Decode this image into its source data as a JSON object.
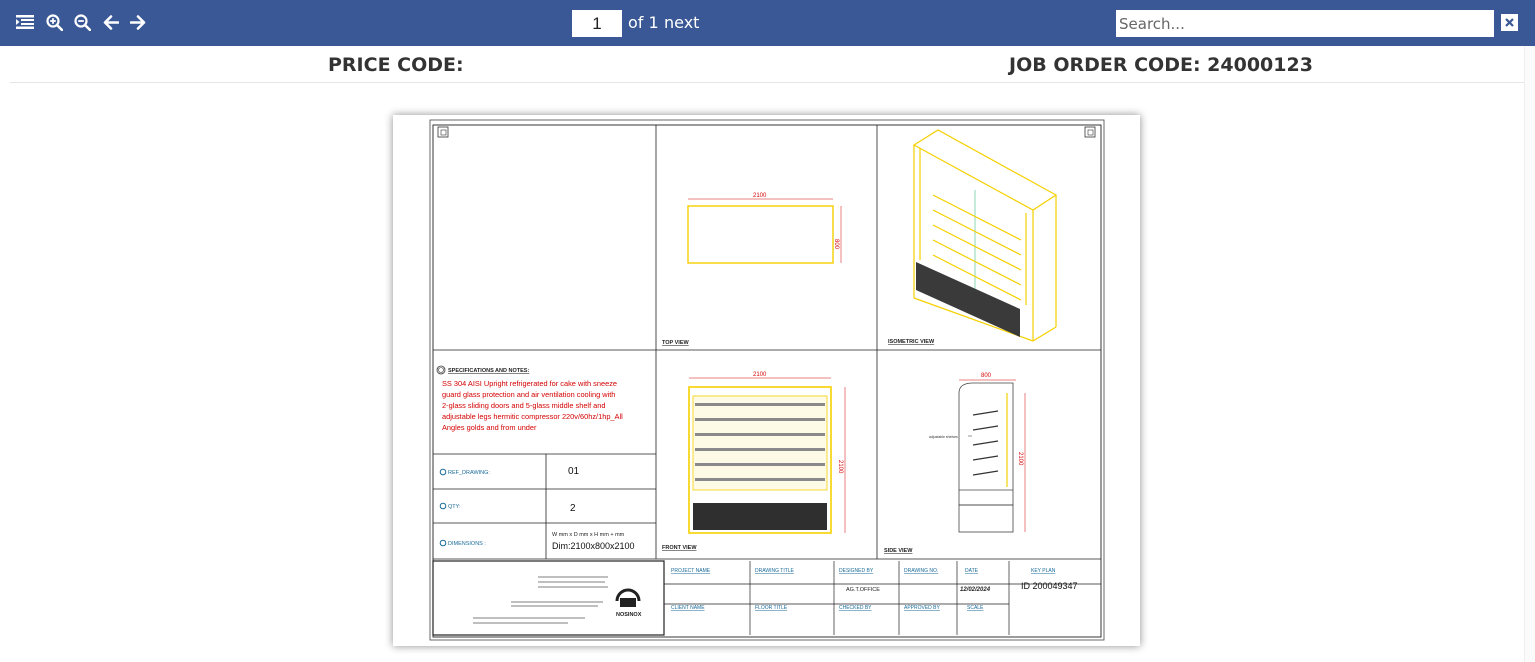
{
  "toolbar": {
    "page_current": "1",
    "page_total_text": "of 1",
    "next_label": "next",
    "search_placeholder": "Search...",
    "icons": [
      "list-icon",
      "zoom-in-icon",
      "zoom-out-icon",
      "arrow-left-icon",
      "arrow-right-icon",
      "close-icon"
    ],
    "colors": {
      "bar": "#3a5896"
    }
  },
  "header": {
    "price_code_label": "PRICE CODE:",
    "job_order_label": "JOB ORDER CODE: 24000123"
  },
  "drawing": {
    "top_view_title": "TOP VIEW",
    "isometric_view_title": "ISOMETRIC VIEW",
    "front_view_title": "FRONT VIEW",
    "side_view_title": "SIDE  VIEW",
    "top_dim_width": "2100",
    "top_dim_depth": "800",
    "front_dim_width": "2100",
    "front_dim_height": "2100",
    "side_dim_depth": "800",
    "side_dim_height": "2100",
    "side_note": "adjustable shelves",
    "specs_title": "SPECIFICATIONS AND NOTES:",
    "specs_lines": [
      "SS 304 AISI Upright refrigerated for cake with sneeze",
      "guard glass protection and air ventilation cooling with",
      "2-glass sliding doors and 5-glass middle shelf and",
      "adjustable legs hermitic compressor 220v/60hz/1hp_All",
      "Angles golds and from under"
    ],
    "ref_label": "REF_DRAWING:",
    "ref_value": "01",
    "qty_label": "QTY:",
    "qty_value": "2",
    "dim_label": "DIMENSIONS :",
    "dim_units": "W mm  x  D  mm  x  H mm  +  mm",
    "dim_value": "Dim:2100x800x2100",
    "project_name": "PROJECT NAME",
    "drawing_title": "DRAWING TITLE",
    "designed_by": "DESIGNED BY",
    "designed_by_value": "AG.T.OFFICE",
    "drawing_no": "DRAWING NO.",
    "date_label": "DATE",
    "date_value": "12/02/2024",
    "key_plan": "KEY PLAN",
    "key_plan_value": "ID 200049347",
    "client_name": "CLIENT NAME",
    "floor_title": "FLOOR TITLE",
    "checked_by": "CHECKED BY",
    "approved_by": "APPROVED BY",
    "scale": "SCALE",
    "logo_text": "NOSINOX",
    "colors": {
      "spec_text": "#d40000",
      "yellow": "#f5d000",
      "label_blue": "#1a6b9a",
      "dim_red": "#d40000"
    }
  }
}
